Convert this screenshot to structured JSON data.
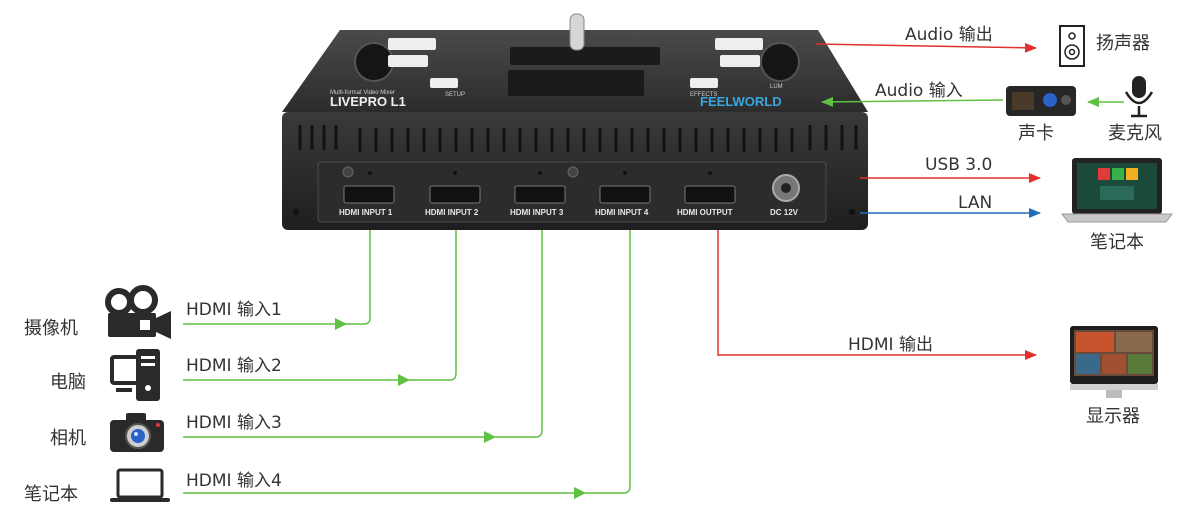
{
  "device": {
    "model": "LIVEPRO L1",
    "subtitle": "Multi-format Video Mixer",
    "brand": "FEELWORLD",
    "small_labels": {
      "setup": "SETUP",
      "effects": "EFFECTS",
      "lum": "LUM"
    },
    "ports": [
      "HDMI INPUT 1",
      "HDMI INPUT 2",
      "HDMI INPUT 3",
      "HDMI INPUT 4",
      "HDMI OUTPUT",
      "DC 12V"
    ]
  },
  "right": {
    "audio_out": {
      "label": "Audio 输出",
      "device": "扬声器"
    },
    "audio_in": {
      "label": "Audio 输入",
      "device1": "声卡",
      "device2": "麦克风"
    },
    "usb": {
      "label": "USB 3.0"
    },
    "lan": {
      "label": "LAN"
    },
    "laptop": {
      "device": "笔记本"
    },
    "hdmi_out": {
      "label": "HDMI 输出",
      "device": "显示器"
    }
  },
  "left": {
    "inputs": [
      {
        "device": "摄像机",
        "label": "HDMI 输入1"
      },
      {
        "device": "电脑",
        "label": "HDMI 输入2"
      },
      {
        "device": "相机",
        "label": "HDMI 输入3"
      },
      {
        "device": "笔记本",
        "label": "HDMI 输入4"
      }
    ]
  },
  "colors": {
    "red": "#e0302f",
    "green": "#5fc044",
    "blue": "#1f6fb6",
    "device": "#2a2a2a"
  }
}
